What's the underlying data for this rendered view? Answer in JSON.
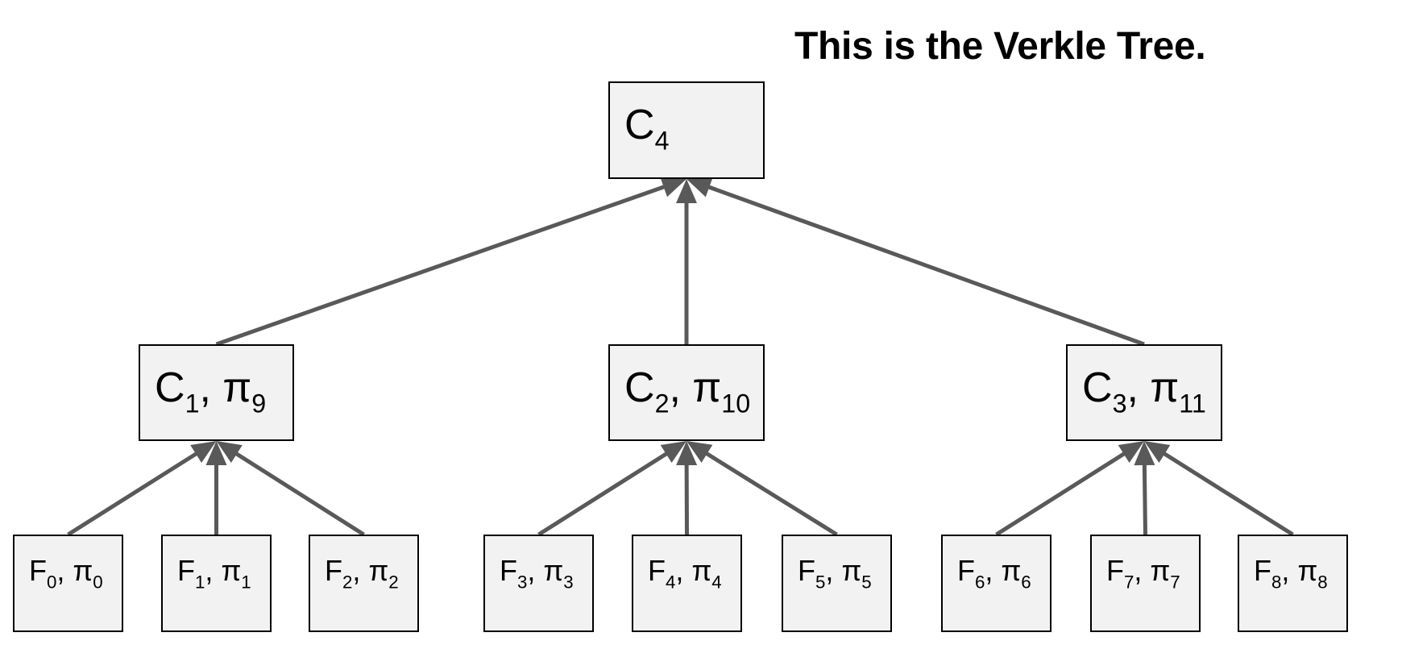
{
  "title": "This is the Verkle Tree.",
  "colors": {
    "edge": "#595959",
    "node_fill": "#f2f2f2",
    "node_border": "#000000"
  },
  "root": {
    "id": "C4",
    "main": "C",
    "main_sub": "4",
    "sep": "",
    "proof": "",
    "proof_sub": ""
  },
  "internal": [
    {
      "id": "C1",
      "main": "C",
      "main_sub": "1",
      "sep": ", ",
      "proof": "π",
      "proof_sub": "9"
    },
    {
      "id": "C2",
      "main": "C",
      "main_sub": "2",
      "sep": ", ",
      "proof": "π",
      "proof_sub": "10"
    },
    {
      "id": "C3",
      "main": "C",
      "main_sub": "3",
      "sep": ", ",
      "proof": "π",
      "proof_sub": "11"
    }
  ],
  "leaves": [
    {
      "id": "F0",
      "parent": "C1",
      "main": "F",
      "main_sub": "0",
      "sep": ", ",
      "proof": "π",
      "proof_sub": "0"
    },
    {
      "id": "F1",
      "parent": "C1",
      "main": "F",
      "main_sub": "1",
      "sep": ", ",
      "proof": "π",
      "proof_sub": "1"
    },
    {
      "id": "F2",
      "parent": "C1",
      "main": "F",
      "main_sub": "2",
      "sep": ", ",
      "proof": "π",
      "proof_sub": "2"
    },
    {
      "id": "F3",
      "parent": "C2",
      "main": "F",
      "main_sub": "3",
      "sep": ", ",
      "proof": "π",
      "proof_sub": "3"
    },
    {
      "id": "F4",
      "parent": "C2",
      "main": "F",
      "main_sub": "4",
      "sep": ", ",
      "proof": "π",
      "proof_sub": "4"
    },
    {
      "id": "F5",
      "parent": "C2",
      "main": "F",
      "main_sub": "5",
      "sep": ", ",
      "proof": "π",
      "proof_sub": "5"
    },
    {
      "id": "F6",
      "parent": "C3",
      "main": "F",
      "main_sub": "6",
      "sep": ", ",
      "proof": "π",
      "proof_sub": "6"
    },
    {
      "id": "F7",
      "parent": "C3",
      "main": "F",
      "main_sub": "7",
      "sep": ", ",
      "proof": "π",
      "proof_sub": "7"
    },
    {
      "id": "F8",
      "parent": "C3",
      "main": "F",
      "main_sub": "8",
      "sep": ", ",
      "proof": "π",
      "proof_sub": "8"
    }
  ],
  "edges": [
    {
      "from": "C1",
      "to": "C4"
    },
    {
      "from": "C2",
      "to": "C4"
    },
    {
      "from": "C3",
      "to": "C4"
    },
    {
      "from": "F0",
      "to": "C1"
    },
    {
      "from": "F1",
      "to": "C1"
    },
    {
      "from": "F2",
      "to": "C1"
    },
    {
      "from": "F3",
      "to": "C2"
    },
    {
      "from": "F4",
      "to": "C2"
    },
    {
      "from": "F5",
      "to": "C2"
    },
    {
      "from": "F6",
      "to": "C3"
    },
    {
      "from": "F7",
      "to": "C3"
    },
    {
      "from": "F8",
      "to": "C3"
    }
  ]
}
